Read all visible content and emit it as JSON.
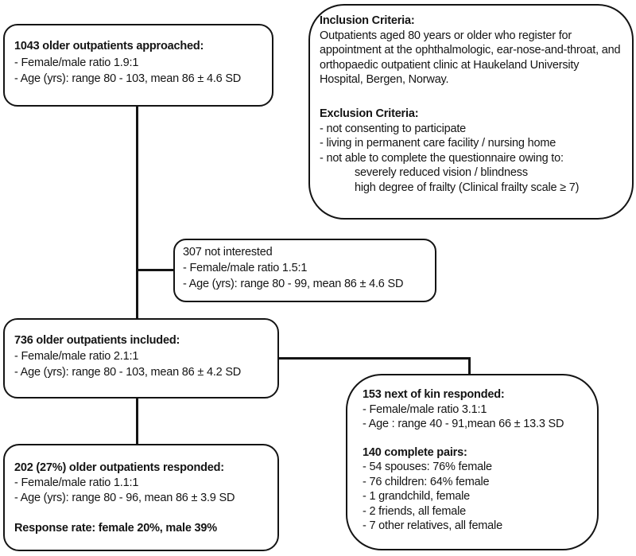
{
  "colors": {
    "background": "#ffffff",
    "border": "#141414",
    "text": "#141414"
  },
  "boxes": {
    "approached": {
      "title": "1043 older outpatients approached:",
      "lines": [
        "- Female/male ratio 1.9:1",
        "- Age (yrs): range 80 - 103, mean 86 ± 4.6 SD"
      ]
    },
    "criteria": {
      "inclusion_title": "Inclusion Criteria:",
      "inclusion_text": "Outpatients aged 80 years or older who register for appointment at the ophthalmologic, ear-nose-and-throat, and orthopaedic outpatient clinic at Haukeland University Hospital, Bergen, Norway.",
      "exclusion_title": "Exclusion Criteria:",
      "exclusion_lines": [
        "- not consenting to participate",
        "- living in permanent care facility / nursing home",
        "- not able to complete the questionnaire owing to:"
      ],
      "exclusion_sublines": [
        "severely reduced vision / blindness",
        "high degree of frailty (Clinical frailty scale ≥ 7)"
      ]
    },
    "not_interested": {
      "title": "307 not interested",
      "lines": [
        "- Female/male ratio 1.5:1",
        "- Age (yrs): range 80 - 99, mean 86 ± 4.6 SD"
      ]
    },
    "included": {
      "title": "736 older outpatients included:",
      "lines": [
        "- Female/male ratio 2.1:1",
        "- Age (yrs): range 80 - 103, mean 86 ± 4.2 SD"
      ]
    },
    "responded": {
      "title": "202 (27%) older outpatients responded:",
      "lines": [
        "- Female/male ratio 1.1:1",
        "- Age (yrs): range 80 - 96, mean 86 ± 3.9 SD"
      ],
      "footer": "Response rate: female 20%, male 39%"
    },
    "next_of_kin": {
      "title": "153 next of kin responded:",
      "lines": [
        "- Female/male ratio 3.1:1",
        "- Age : range 40 - 91,mean 66 ± 13.3 SD"
      ],
      "pairs_title": "140 complete pairs:",
      "pairs_lines": [
        "- 54 spouses: 76% female",
        "- 76 children: 64% female",
        "- 1 grandchild, female",
        "- 2 friends, all female",
        "- 7 other relatives, all female"
      ]
    }
  }
}
